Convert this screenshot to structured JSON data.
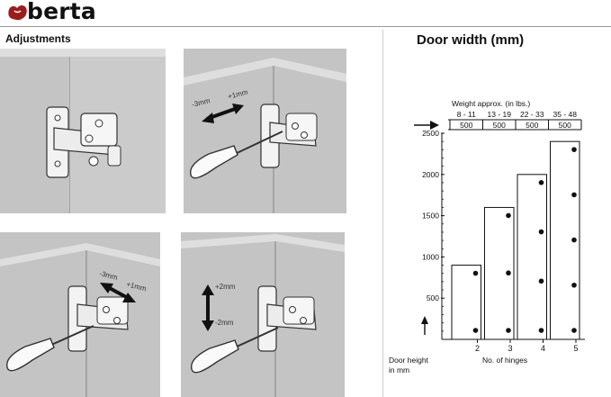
{
  "brand": {
    "name": "berta",
    "color": "#9b1c1c"
  },
  "adjustments": {
    "title": "Adjustments",
    "panel2": {
      "left_label": "-3mm",
      "right_label": "+1mm"
    },
    "panel3": {
      "left_label": "-3mm",
      "right_label": "+1mm"
    },
    "panel4": {
      "top_label": "+2mm",
      "bottom_label": "-2mm"
    }
  },
  "chart_title": "Door width (mm)",
  "chart_data": {
    "type": "bar",
    "weight_title": "Weight approx. (in lbs.)",
    "weight_ranges": [
      "8 - 11",
      "13 - 19",
      "22 - 33",
      "35 - 48"
    ],
    "widths": [
      "500",
      "500",
      "500",
      "500"
    ],
    "categories": [
      "2",
      "3",
      "4",
      "5"
    ],
    "values": [
      900,
      1600,
      2000,
      2400
    ],
    "hinges": [
      2,
      3,
      4,
      5
    ],
    "yticks": [
      "2500",
      "2000",
      "1500",
      "1000",
      "500"
    ],
    "ylim": [
      0,
      2500
    ],
    "ylabel": "Door height in mm",
    "ylabel_line1": "Door height",
    "ylabel_line2": "in mm",
    "xlabel": "No. of hinges"
  }
}
